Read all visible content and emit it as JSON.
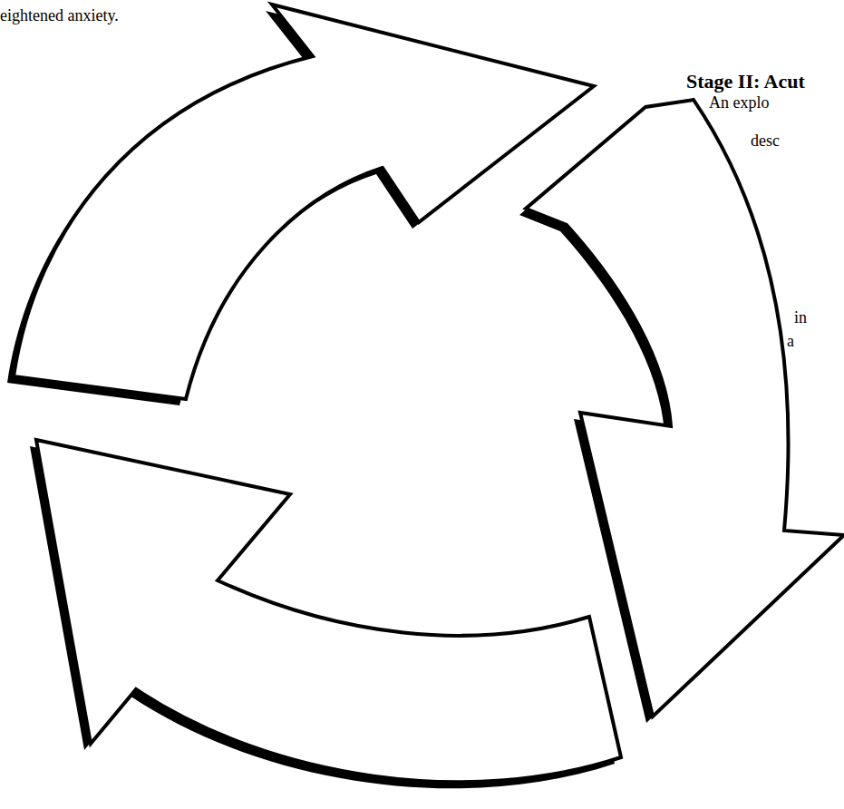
{
  "diagram": {
    "labels": [
      "eightened anxiety.",
      "Stage II: Acut",
      "An explo",
      "desc",
      "in",
      "a"
    ]
  }
}
